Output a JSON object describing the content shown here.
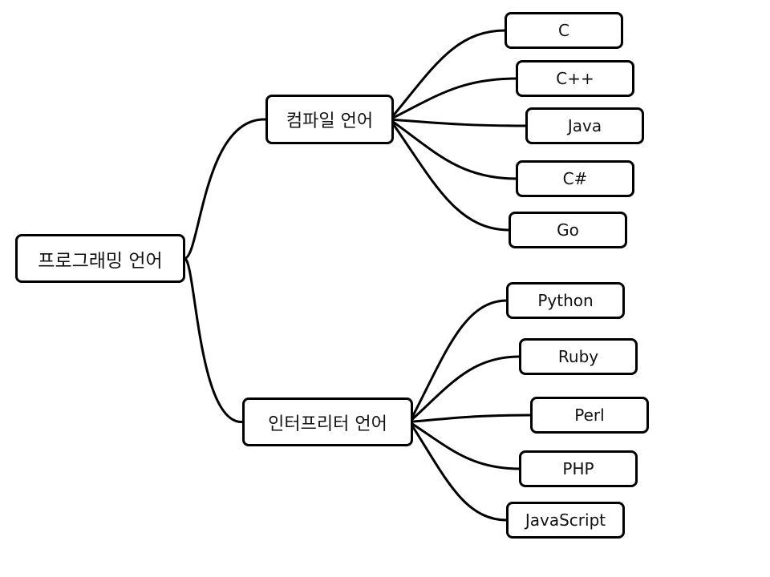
{
  "diagram": {
    "type": "mind-map",
    "root": {
      "label": "프로그래밍 언어"
    },
    "categories": [
      {
        "id": "compiled",
        "label": "컴파일 언어",
        "children": [
          "C",
          "C++",
          "Java",
          "C#",
          "Go"
        ]
      },
      {
        "id": "interpreted",
        "label": "인터프리터 언어",
        "children": [
          "Python",
          "Ruby",
          "Perl",
          "PHP",
          "JavaScript"
        ]
      }
    ],
    "colors": {
      "stroke": "#000000",
      "background": "#ffffff",
      "text": "#111111"
    }
  }
}
